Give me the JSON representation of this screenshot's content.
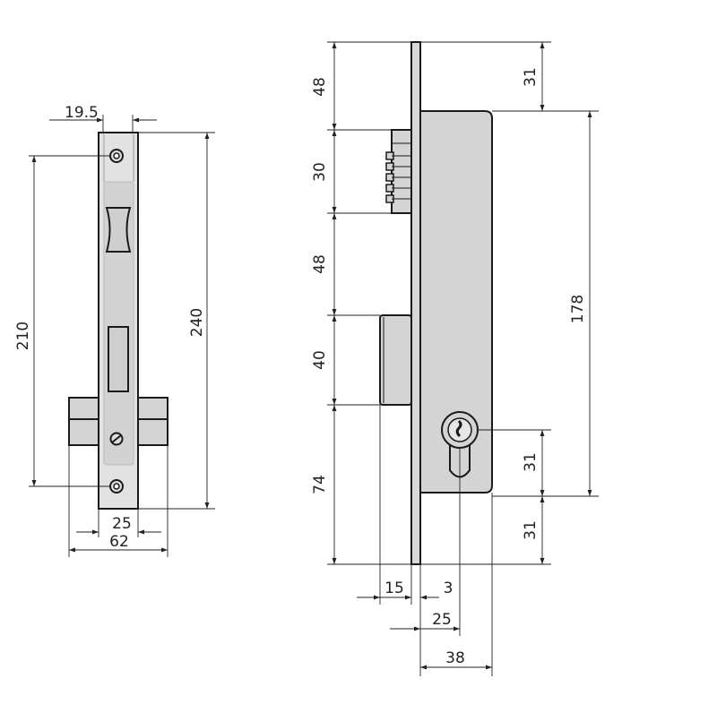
{
  "colors": {
    "body": "#d4d4d4",
    "plate": "#e2e2e2",
    "line": "#1a1a1a"
  },
  "front_view": {
    "dims": {
      "backset_plate": "19.5",
      "height_total": "240",
      "screw_spacing": "210",
      "plate_width": "25",
      "case_width": "62"
    }
  },
  "side_view": {
    "dims_left": [
      "48",
      "30",
      "48",
      "40",
      "74"
    ],
    "dims_right": {
      "top_offset": "31",
      "case_height": "178",
      "cylinder_to_bottom": "31",
      "bottom_offset": "31"
    },
    "dims_bottom": {
      "bolt_throw": "15",
      "plate_thickness": "3",
      "backset": "25",
      "depth": "38"
    }
  }
}
